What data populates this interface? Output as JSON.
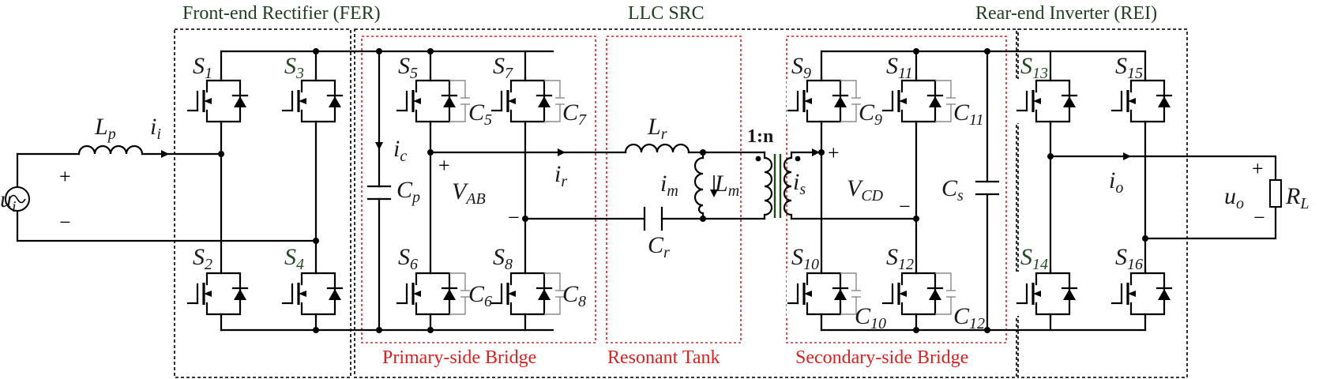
{
  "titles": {
    "fer": "Front-end Rectifier (FER)",
    "llc": "LLC SRC",
    "rei": "Rear-end Inverter (REI)"
  },
  "bottom_labels": {
    "primary": "Primary-side Bridge",
    "resonant": "Resonant Tank",
    "secondary": "Secondary-side Bridge"
  },
  "colors": {
    "black_box": "#1a1a1a",
    "red_box": "#e02020",
    "green_text": "#1f4a1f"
  },
  "ratio": "1:n",
  "switches": {
    "s1": {
      "main": "S",
      "sub": "1"
    },
    "s2": {
      "main": "S",
      "sub": "2"
    },
    "s3": {
      "main": "S",
      "sub": "3"
    },
    "s4": {
      "main": "S",
      "sub": "4"
    },
    "s5": {
      "main": "S",
      "sub": "5"
    },
    "s6": {
      "main": "S",
      "sub": "6"
    },
    "s7": {
      "main": "S",
      "sub": "7"
    },
    "s8": {
      "main": "S",
      "sub": "8"
    },
    "s9": {
      "main": "S",
      "sub": "9"
    },
    "s10": {
      "main": "S",
      "sub": "10"
    },
    "s11": {
      "main": "S",
      "sub": "11"
    },
    "s12": {
      "main": "S",
      "sub": "12"
    },
    "s13": {
      "main": "S",
      "sub": "13"
    },
    "s14": {
      "main": "S",
      "sub": "14"
    },
    "s15": {
      "main": "S",
      "sub": "15"
    },
    "s16": {
      "main": "S",
      "sub": "16"
    }
  },
  "caps": {
    "c5": {
      "main": "C",
      "sub": "5"
    },
    "c6": {
      "main": "C",
      "sub": "6"
    },
    "c7": {
      "main": "C",
      "sub": "7"
    },
    "c8": {
      "main": "C",
      "sub": "8"
    },
    "c9": {
      "main": "C",
      "sub": "9"
    },
    "c10": {
      "main": "C",
      "sub": "10"
    },
    "c11": {
      "main": "C",
      "sub": "11"
    },
    "c12": {
      "main": "C",
      "sub": "12"
    },
    "cp": {
      "main": "C",
      "sub": "p"
    },
    "cs": {
      "main": "C",
      "sub": "s"
    },
    "cr": {
      "main": "C",
      "sub": "r"
    }
  },
  "components": {
    "lp": {
      "main": "L",
      "sub": "p"
    },
    "lr": {
      "main": "L",
      "sub": "r"
    },
    "lm": {
      "main": "L",
      "sub": "m"
    },
    "rl": {
      "main": "R",
      "sub": "L"
    }
  },
  "signals": {
    "ui": {
      "main": "u",
      "sub": "i"
    },
    "uo": {
      "main": "u",
      "sub": "o"
    },
    "ii": {
      "main": "i",
      "sub": "i"
    },
    "ic": {
      "main": "i",
      "sub": "c"
    },
    "ir": {
      "main": "i",
      "sub": "r"
    },
    "im": {
      "main": "i",
      "sub": "m"
    },
    "is": {
      "main": "i",
      "sub": "s"
    },
    "io": {
      "main": "i",
      "sub": "o"
    },
    "vab": {
      "main": "V",
      "sub": "AB"
    },
    "vcd": {
      "main": "V",
      "sub": "CD"
    }
  },
  "signs": {
    "plus": "+",
    "minus": "−"
  }
}
